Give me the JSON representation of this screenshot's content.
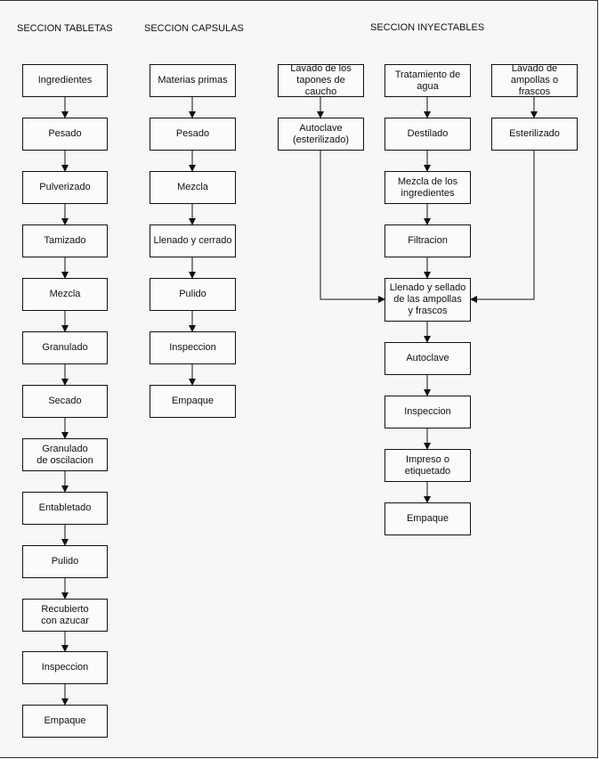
{
  "sections": {
    "tabletas": {
      "title": "SECCION TABLETAS",
      "steps": [
        "Ingredientes",
        "Pesado",
        "Pulverizado",
        "Tamizado",
        "Mezcla",
        "Granulado",
        "Secado",
        "Granulado\nde oscilacion",
        "Entabletado",
        "Pulido",
        "Recubierto\ncon azucar",
        "Inspeccion",
        "Empaque"
      ]
    },
    "capsulas": {
      "title": "SECCION CAPSULAS",
      "steps": [
        "Materias primas",
        "Pesado",
        "Mezcla",
        "Llenado y cerrado",
        "Pulido",
        "Inspeccion",
        "Empaque"
      ]
    },
    "inyectables": {
      "title": "SECCION INYECTABLES",
      "left": [
        "Lavado de los\ntapones de caucho",
        "Autoclave\n(esterilizado)"
      ],
      "center": [
        "Tratamiento de\nagua",
        "Destilado",
        "Mezcla de los\ningredientes",
        "Filtracion",
        "Llenado y sellado\nde las ampollas\ny frascos",
        "Autoclave",
        "Inspeccion",
        "Impreso o\netiquetado",
        "Empaque"
      ],
      "right": [
        "Lavado de\nampollas o frascos",
        "Esterilizado"
      ]
    }
  },
  "colors": {
    "line": "#111111",
    "box_border": "#111111",
    "background": "#f7f7f7"
  }
}
